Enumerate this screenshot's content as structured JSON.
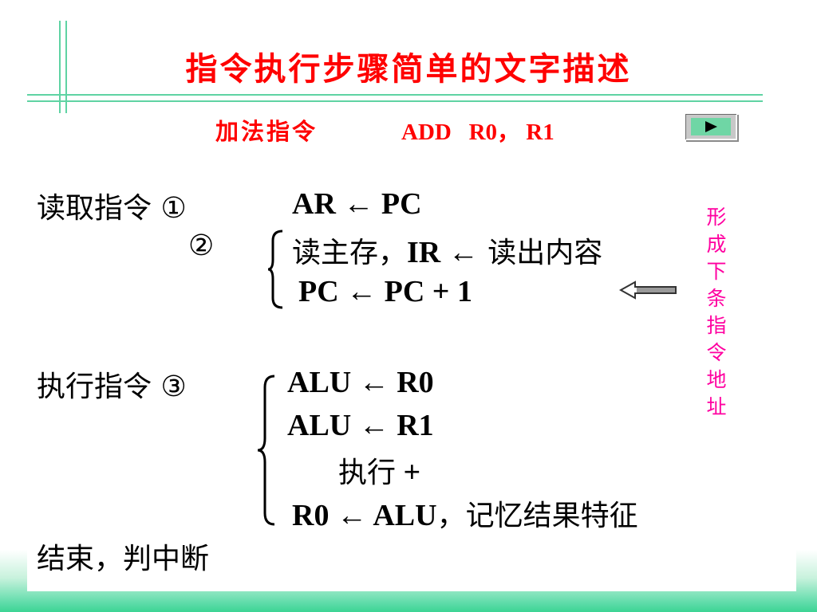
{
  "slide": {
    "title": "指令执行步骤简单的文字描述",
    "subtitle_cn": "加法指令",
    "subtitle_instr": "ADD   R0， R1"
  },
  "nav": {
    "play_icon": "play-triangle-icon"
  },
  "steps": {
    "fetch_label": "读取指令 ①",
    "step1": "AR ← PC",
    "step2_marker": "②",
    "step2_line1_cn": "读主存，",
    "step2_line1_en": "IR ←",
    "step2_line1_tail": " 读出内容",
    "step2_line2": "PC ← PC + 1",
    "side_note": "形成下条指令地址",
    "execute_label": "执行指令 ③",
    "exec1": "ALU ← R0",
    "exec2": "ALU ← R1",
    "exec3_cn": "执行",
    "exec3_en": " +",
    "exec4_en": "R0 ← ALU",
    "exec4_cn": "，记忆结果特征",
    "end_label": "结束，判中断"
  },
  "colors": {
    "title": "#ff0000",
    "side_note": "#ff00a0",
    "accent_lines": "#5fd3a3",
    "bottom_band": "#3cd494"
  }
}
